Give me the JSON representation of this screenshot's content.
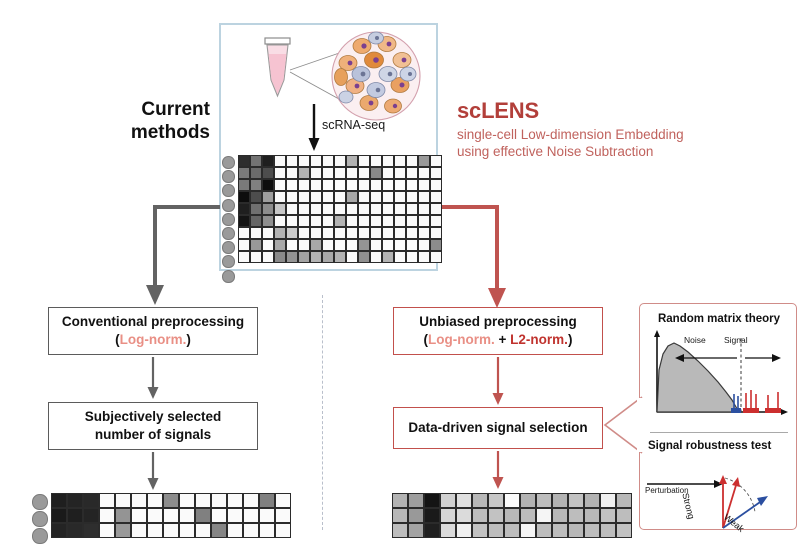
{
  "figure": {
    "title_left": "Current\nmethods",
    "brand": {
      "name": "scLENS",
      "subtitle": "single-cell Low-dimension Embedding\nusing effective Noise Subtraction",
      "name_color": "#b23f3a",
      "subtitle_color": "#c0625d"
    },
    "colors": {
      "red_accent": "#c2504c",
      "red_dark": "#c0332e",
      "salmon": "#e98f85",
      "gray_accent": "#5b5b5b",
      "box_blue_border": "#bcd3e0",
      "cell_orange": "#e8a060",
      "cell_blue": "#9aa6c4",
      "tube_pink": "#f6c9d4",
      "divider_gray": "#b9bfcb"
    }
  },
  "top_panel": {
    "label_scrnaseq": "scRNA-seq",
    "tube_icon": "microcentrifuge-tube-icon",
    "cells_icon": "cell-cluster-icon",
    "arrow_icon": "down-arrow-icon",
    "matrix_rows": 9,
    "matrix_cols": 17,
    "matrix_values": [
      [
        0.82,
        0.55,
        0.88,
        0.02,
        0.02,
        0.02,
        0.02,
        0.02,
        0.02,
        0.3,
        0.02,
        0.02,
        0.02,
        0.02,
        0.02,
        0.4,
        0.02
      ],
      [
        0.52,
        0.58,
        0.7,
        0.02,
        0.02,
        0.3,
        0.02,
        0.02,
        0.02,
        0.02,
        0.02,
        0.46,
        0.02,
        0.02,
        0.02,
        0.02,
        0.02
      ],
      [
        0.52,
        0.5,
        0.95,
        0.02,
        0.02,
        0.02,
        0.02,
        0.02,
        0.02,
        0.02,
        0.02,
        0.02,
        0.02,
        0.02,
        0.02,
        0.02,
        0.02
      ],
      [
        0.95,
        0.7,
        0.38,
        0.02,
        0.02,
        0.02,
        0.02,
        0.02,
        0.02,
        0.34,
        0.02,
        0.02,
        0.02,
        0.02,
        0.02,
        0.02,
        0.02
      ],
      [
        0.88,
        0.56,
        0.45,
        0.22,
        0.02,
        0.02,
        0.02,
        0.02,
        0.02,
        0.02,
        0.02,
        0.02,
        0.02,
        0.02,
        0.02,
        0.02,
        0.02
      ],
      [
        0.92,
        0.6,
        0.44,
        0.02,
        0.02,
        0.02,
        0.02,
        0.02,
        0.3,
        0.02,
        0.02,
        0.02,
        0.02,
        0.02,
        0.02,
        0.02,
        0.02
      ],
      [
        0.02,
        0.02,
        0.02,
        0.3,
        0.2,
        0.02,
        0.02,
        0.02,
        0.02,
        0.02,
        0.02,
        0.02,
        0.02,
        0.02,
        0.02,
        0.02,
        0.02
      ],
      [
        0.02,
        0.4,
        0.02,
        0.34,
        0.02,
        0.02,
        0.34,
        0.02,
        0.02,
        0.02,
        0.42,
        0.02,
        0.02,
        0.02,
        0.02,
        0.02,
        0.45
      ],
      [
        0.02,
        0.02,
        0.02,
        0.46,
        0.42,
        0.36,
        0.3,
        0.34,
        0.3,
        0.02,
        0.44,
        0.02,
        0.3,
        0.02,
        0.02,
        0.02,
        0.02
      ]
    ]
  },
  "left_branch": {
    "arrow_icon": "elbow-arrow-down-left-icon",
    "box_preprocessing": {
      "line1": "Conventional preprocessing",
      "paren_open": "(",
      "token_lognorm": "Log-norm.",
      "paren_close": ")"
    },
    "box_signals": {
      "text": "Subjectively selected\nnumber of signals"
    },
    "arrow_between_icon": "down-arrow-icon",
    "arrow_bottom_icon": "down-arrow-icon",
    "result_matrix_rows": 3,
    "result_matrix_cols": 15,
    "result_matrix_values": [
      [
        0.88,
        0.86,
        0.84,
        0.02,
        0.02,
        0.02,
        0.02,
        0.45,
        0.02,
        0.02,
        0.02,
        0.02,
        0.02,
        0.5,
        0.02
      ],
      [
        0.9,
        0.88,
        0.86,
        0.02,
        0.42,
        0.02,
        0.02,
        0.02,
        0.02,
        0.5,
        0.02,
        0.02,
        0.02,
        0.02,
        0.02
      ],
      [
        0.86,
        0.84,
        0.82,
        0.02,
        0.4,
        0.02,
        0.02,
        0.02,
        0.02,
        0.02,
        0.48,
        0.02,
        0.02,
        0.02,
        0.02
      ]
    ]
  },
  "right_branch": {
    "arrow_icon": "elbow-arrow-down-right-icon",
    "box_preprocessing": {
      "line1": "Unbiased preprocessing",
      "paren_open": "(",
      "token_lognorm": "Log-norm.",
      "plus": " + ",
      "token_l2norm": "L2-norm.",
      "paren_close": ")"
    },
    "box_selection": {
      "text": "Data-driven signal selection"
    },
    "arrow_between_icon": "down-arrow-icon",
    "arrow_bottom_icon": "down-arrow-icon",
    "result_matrix_rows": 3,
    "result_matrix_cols": 15,
    "result_matrix_values": [
      [
        0.3,
        0.38,
        0.92,
        0.18,
        0.12,
        0.28,
        0.22,
        0.02,
        0.3,
        0.26,
        0.3,
        0.24,
        0.3,
        0.06,
        0.28
      ],
      [
        0.28,
        0.4,
        0.9,
        0.16,
        0.14,
        0.26,
        0.24,
        0.28,
        0.26,
        0.04,
        0.28,
        0.26,
        0.28,
        0.24,
        0.26
      ],
      [
        0.26,
        0.36,
        0.88,
        0.14,
        0.06,
        0.24,
        0.26,
        0.26,
        0.04,
        0.26,
        0.26,
        0.28,
        0.26,
        0.26,
        0.24
      ]
    ]
  },
  "inset": {
    "title_rmt": "Random matrix theory",
    "title_srt": "Signal robustness test",
    "label_noise": "Noise",
    "label_signal": "Signal",
    "label_perturbation": "Perturbation",
    "label_strong": "Strong",
    "label_weak": "Weak",
    "callout_icon": "callout-pointer-icon",
    "noise_arrow_icon": "double-arrow-left-icon",
    "signal_arrow_icon": "double-arrow-right-icon"
  },
  "chart_data": {
    "type": "area",
    "title": "Random matrix theory",
    "xlabel": "",
    "ylabel": "",
    "grid": false,
    "legend": "inline-annotations",
    "annotations": [
      "Noise",
      "Signal"
    ],
    "marchenko_pastur_density": {
      "x": [
        0.0,
        0.04,
        0.08,
        0.12,
        0.16,
        0.2,
        0.24,
        0.28,
        0.32,
        0.36,
        0.4,
        0.44,
        0.48,
        0.52,
        0.56,
        0.6,
        0.64,
        0.68,
        0.72,
        0.76,
        0.8,
        0.84
      ],
      "y": [
        0.0,
        0.55,
        0.86,
        0.95,
        0.97,
        0.93,
        0.88,
        0.83,
        0.78,
        0.73,
        0.67,
        0.61,
        0.55,
        0.49,
        0.43,
        0.37,
        0.3,
        0.24,
        0.17,
        0.1,
        0.04,
        0.0
      ]
    },
    "threshold_x": 0.86,
    "eigen_spikes": [
      {
        "x": 0.845,
        "height": 0.16,
        "color": "#2b4fa0"
      },
      {
        "x": 0.862,
        "height": 0.14,
        "color": "#2b4fa0"
      },
      {
        "x": 0.905,
        "height": 0.18,
        "color": "#cc2f2f"
      },
      {
        "x": 0.925,
        "height": 0.2,
        "color": "#cc2f2f"
      },
      {
        "x": 0.945,
        "height": 0.17,
        "color": "#cc2f2f"
      },
      {
        "x": 1.0,
        "height": 0.15,
        "color": "#cc2f2f"
      },
      {
        "x": 1.04,
        "height": 0.19,
        "color": "#cc2f2f"
      }
    ],
    "robustness_vectors": [
      {
        "name": "Strong",
        "angle_deg": 82,
        "color": "#cc2f2f"
      },
      {
        "name": "Strong",
        "angle_deg": 70,
        "color": "#cc2f2f"
      },
      {
        "name": "Weak",
        "angle_deg": 35,
        "color": "#2b4fa0"
      }
    ]
  }
}
